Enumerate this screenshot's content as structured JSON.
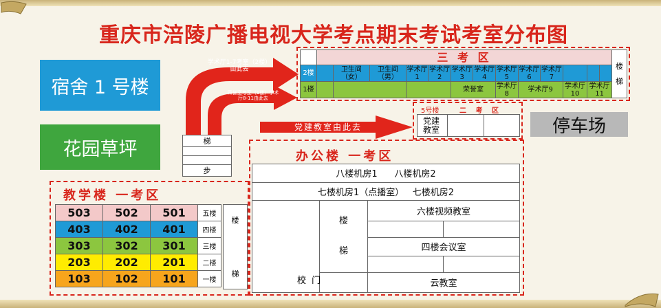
{
  "title": "重庆市涪陵广播电视大学考点期末考试考室分布图",
  "dorm": "宿舍 1 号楼",
  "garden": "花园草坪",
  "parking": "停车场",
  "zone3": {
    "heading": "三 考 区",
    "floor2": "2楼",
    "floor1": "1楼",
    "stair_top": "楼",
    "stair_bottom": "梯",
    "row2_rooms": [
      "卫生间（女）",
      "卫生间（男）",
      "学术厅 1",
      "学术厅 2",
      "学术厅 3",
      "学术厅 4",
      "学术厅 5",
      "学术厅 6",
      "学术厅 7"
    ],
    "row1_rooms": [
      "荣誉室",
      "学术厅8",
      "学术厅9",
      "学术厅10",
      "学术厅11"
    ]
  },
  "arrows": {
    "upper": "学术厅1-7考室（2楼）由此去",
    "middle": "荣誉室考室（1楼）学术厅8-11由此去",
    "party": "党建教室由此去"
  },
  "zone2": {
    "building": "5号楼",
    "heading": "二 考 区",
    "room": "党建教室"
  },
  "stairs": {
    "top": "梯",
    "bottom": "步"
  },
  "office": {
    "heading": "办公楼 一考区",
    "row8": [
      "八楼机房1",
      "八楼机房2"
    ],
    "row7": [
      "七楼机房1（点播室）",
      "七楼机房2"
    ],
    "stair_top": "楼",
    "stair_bottom": "梯",
    "room6": "六楼视频教室",
    "room4": "四楼会议室",
    "cloud": "云教室",
    "gate": "校 门"
  },
  "teaching": {
    "heading": "教学楼 一考区",
    "rows": [
      {
        "rooms": [
          "503",
          "502",
          "501"
        ],
        "floor": "五楼",
        "color": "#f3c9c9"
      },
      {
        "rooms": [
          "403",
          "402",
          "401"
        ],
        "floor": "四楼",
        "color": "#1f9ad6"
      },
      {
        "rooms": [
          "303",
          "302",
          "301"
        ],
        "floor": "三楼",
        "color": "#8cc63f"
      },
      {
        "rooms": [
          "203",
          "202",
          "201"
        ],
        "floor": "二楼",
        "color": "#ffec00"
      },
      {
        "rooms": [
          "103",
          "102",
          "101"
        ],
        "floor": "一楼",
        "color": "#f7a51c"
      }
    ],
    "stair_top": "楼",
    "stair_bottom": "梯"
  },
  "colors": {
    "accent": "#d8261c",
    "blue": "#1f9ad6",
    "green": "#3fa63e"
  }
}
